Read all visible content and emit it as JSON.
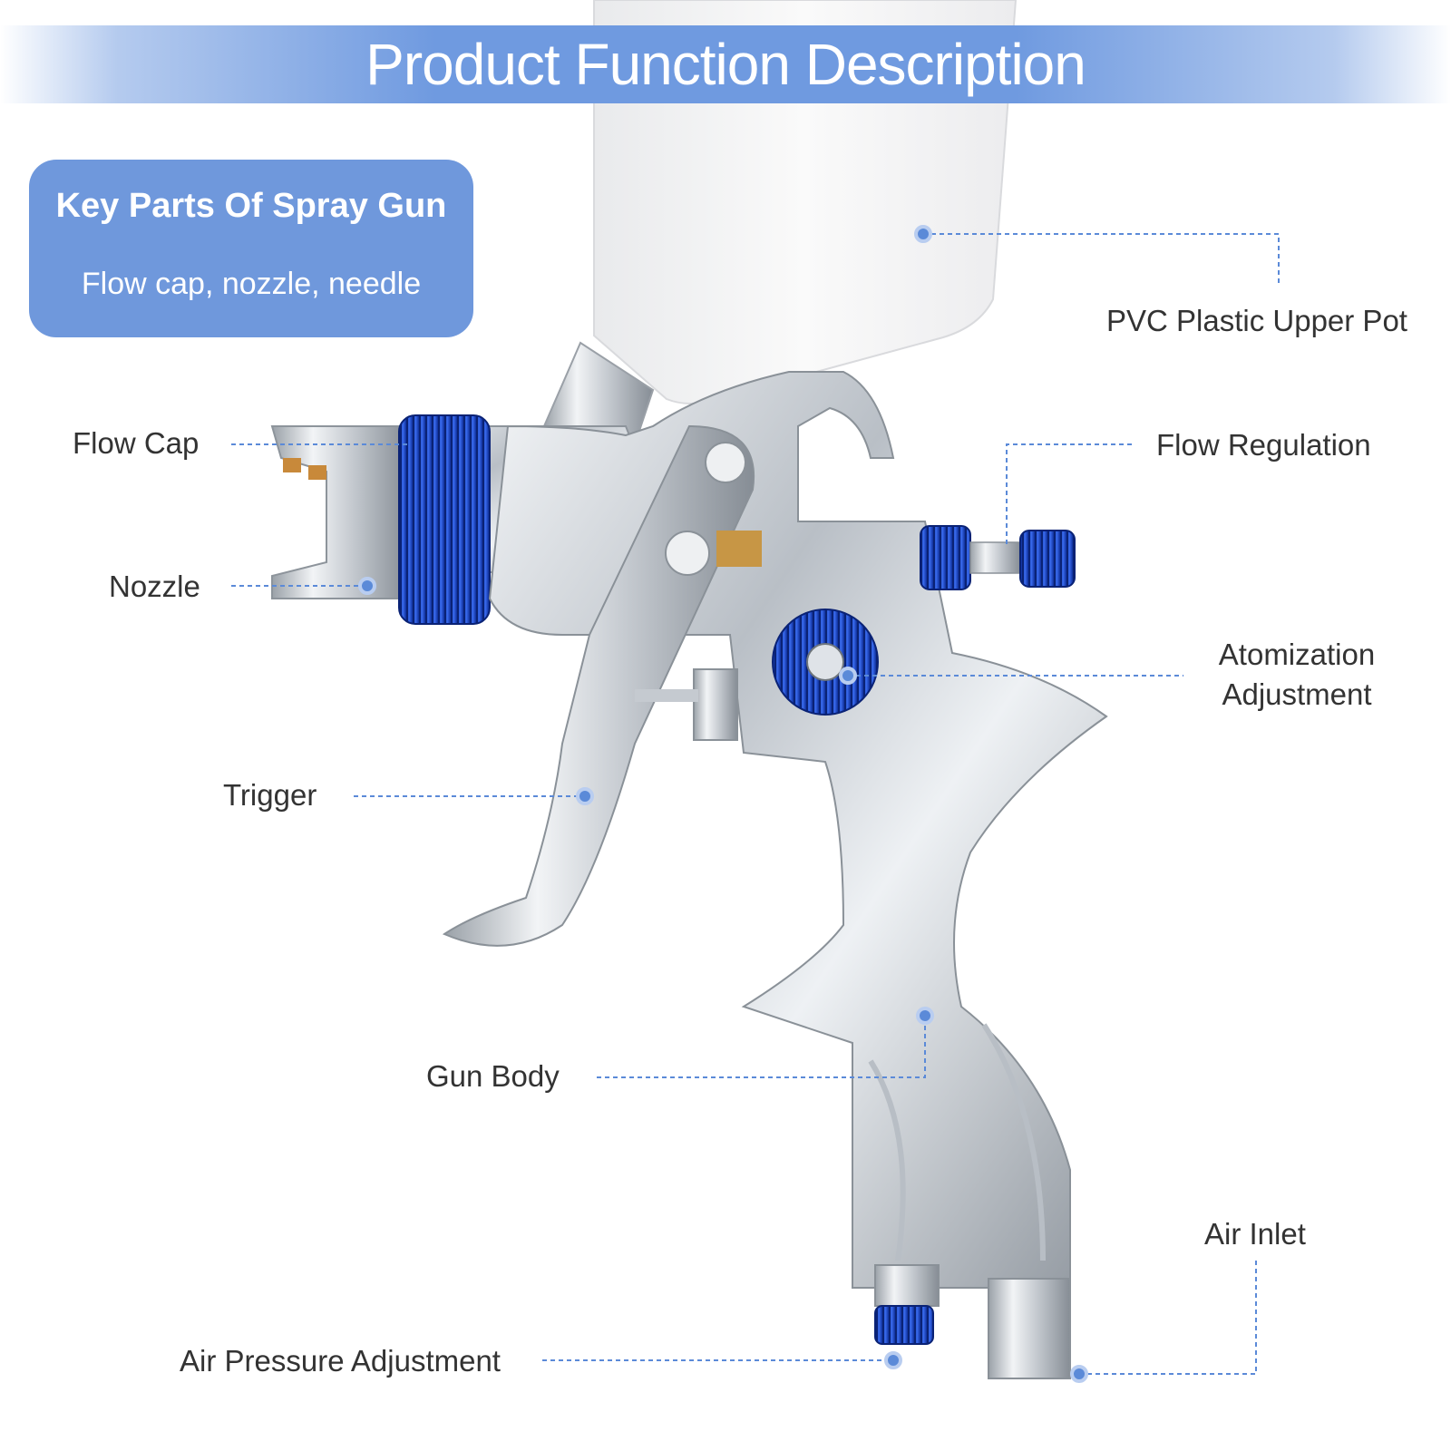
{
  "title": "Product Function Description",
  "key_parts": {
    "heading": "Key Parts Of Spray Gun",
    "subtext": "Flow cap, nozzle, needle"
  },
  "labels": {
    "upper_pot": "PVC Plastic Upper Pot",
    "flow_cap": "Flow Cap",
    "flow_regulation": "Flow Regulation",
    "nozzle": "Nozzle",
    "atomization_line1": "Atomization",
    "atomization_line2": "Adjustment",
    "trigger": "Trigger",
    "gun_body": "Gun Body",
    "air_inlet": "Air Inlet",
    "air_pressure": "Air Pressure Adjustment"
  },
  "colors": {
    "accent": "#6f98dc",
    "knob_blue": "#1f4fcf",
    "leader_line": "#5b8ad8",
    "label_text": "#333333"
  }
}
